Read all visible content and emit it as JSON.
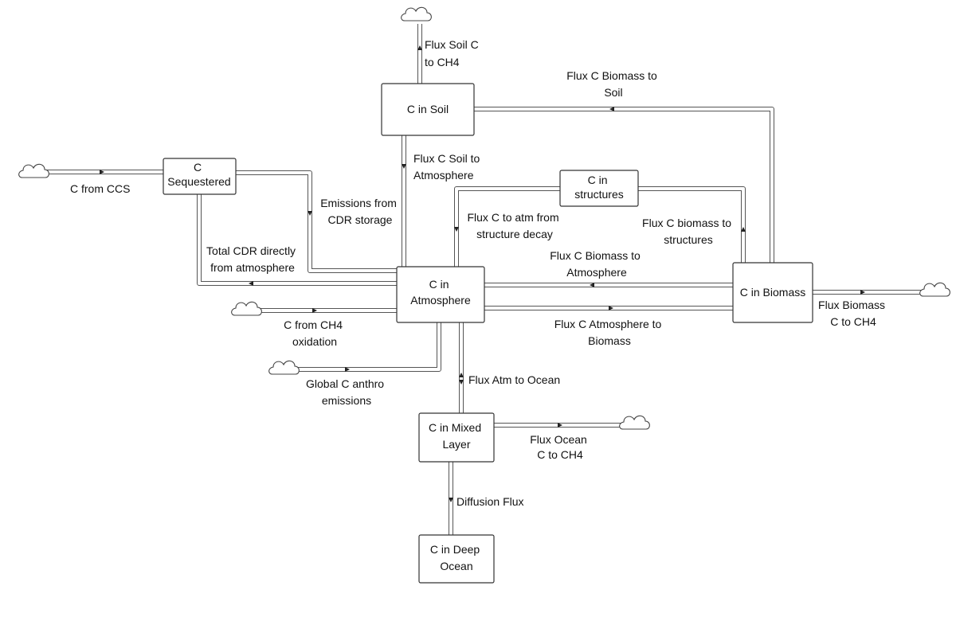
{
  "stocks": {
    "soil": [
      "C in Soil"
    ],
    "sequestered": [
      "C",
      "Sequestered"
    ],
    "structures": [
      "C in",
      "structures"
    ],
    "atmosphere": [
      "C in",
      "Atmosphere"
    ],
    "biomass": [
      "C in Biomass"
    ],
    "mixed": [
      "C in Mixed",
      "Layer"
    ],
    "deep": [
      "C in Deep",
      "Ocean"
    ]
  },
  "flows": {
    "soil_ch4": [
      "Flux Soil C",
      "to CH4"
    ],
    "biomass_soil": [
      "Flux C Biomass to",
      "Soil"
    ],
    "ccs": [
      "C from CCS"
    ],
    "soil_atm": [
      "Flux C Soil to",
      "Atmosphere"
    ],
    "cdr_storage": [
      "Emissions from",
      "CDR storage"
    ],
    "structure_decay": [
      "Flux C to atm from",
      "structure decay"
    ],
    "biomass_structures": [
      "Flux C biomass to",
      "structures"
    ],
    "cdr_direct": [
      "Total CDR directly",
      "from atmosphere"
    ],
    "biomass_atm": [
      "Flux C Biomass to",
      "Atmosphere"
    ],
    "biomass_ch4": [
      "Flux Biomass",
      "C to CH4"
    ],
    "ch4_oxidation": [
      "C from CH4",
      "oxidation"
    ],
    "atm_biomass": [
      "Flux C Atmosphere to",
      "Biomass"
    ],
    "atm_ocean": [
      "Flux Atm to Ocean"
    ],
    "anthro": [
      "Global C anthro",
      "emissions"
    ],
    "ocean_ch4": [
      "Flux Ocean",
      "C to CH4"
    ],
    "diffusion": [
      "Diffusion Flux"
    ]
  }
}
